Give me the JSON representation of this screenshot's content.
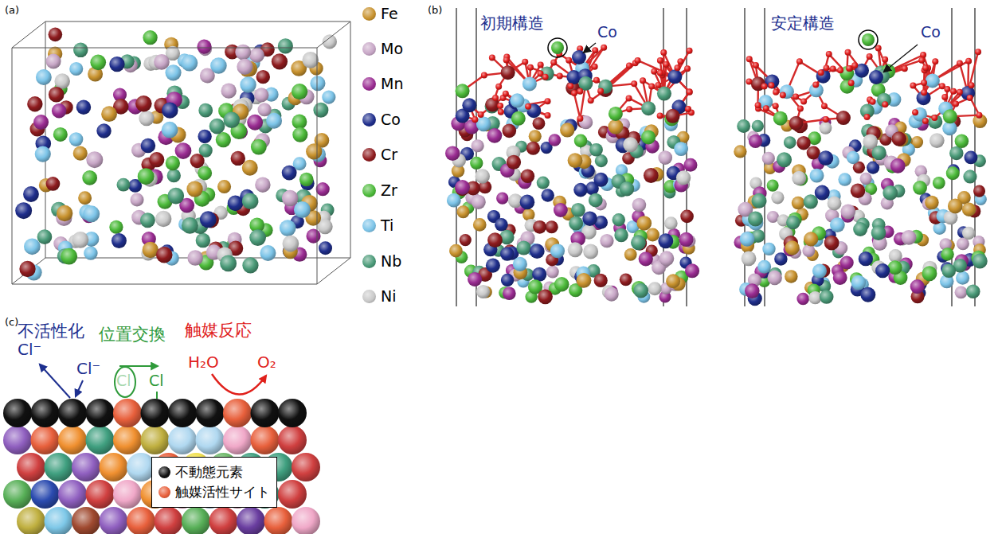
{
  "diagram": {
    "labels": [
      "(a)",
      "(b)",
      "初期構造",
      "Co",
      "安定構造",
      "Co",
      "(c)",
      "不活性化",
      "Cl⁻",
      "Cl⁻",
      "位置交換",
      "Cl",
      "Cl",
      "触媒反応",
      "H₂O",
      "O₂"
    ],
    "legend": [
      {
        "text": "Fe",
        "color": "#c8922e"
      },
      {
        "text": "Mo",
        "color": "#c7a6c6"
      },
      {
        "text": "Mn",
        "color": "#9a2c92"
      },
      {
        "text": "Co",
        "color": "#1f2e8c"
      },
      {
        "text": "Cr",
        "color": "#8e1b1e"
      },
      {
        "text": "Zr",
        "color": "#4cba3a"
      },
      {
        "text": "Ti",
        "color": "#7cc4e8"
      },
      {
        "text": "Nb",
        "color": "#4a9a78"
      },
      {
        "text": "Ni",
        "color": "#c9c9c9"
      },
      {
        "text": "不動態元素",
        "color": "#111111"
      },
      {
        "text": "触媒活性サイト",
        "color": "#e8603c"
      }
    ]
  }
}
